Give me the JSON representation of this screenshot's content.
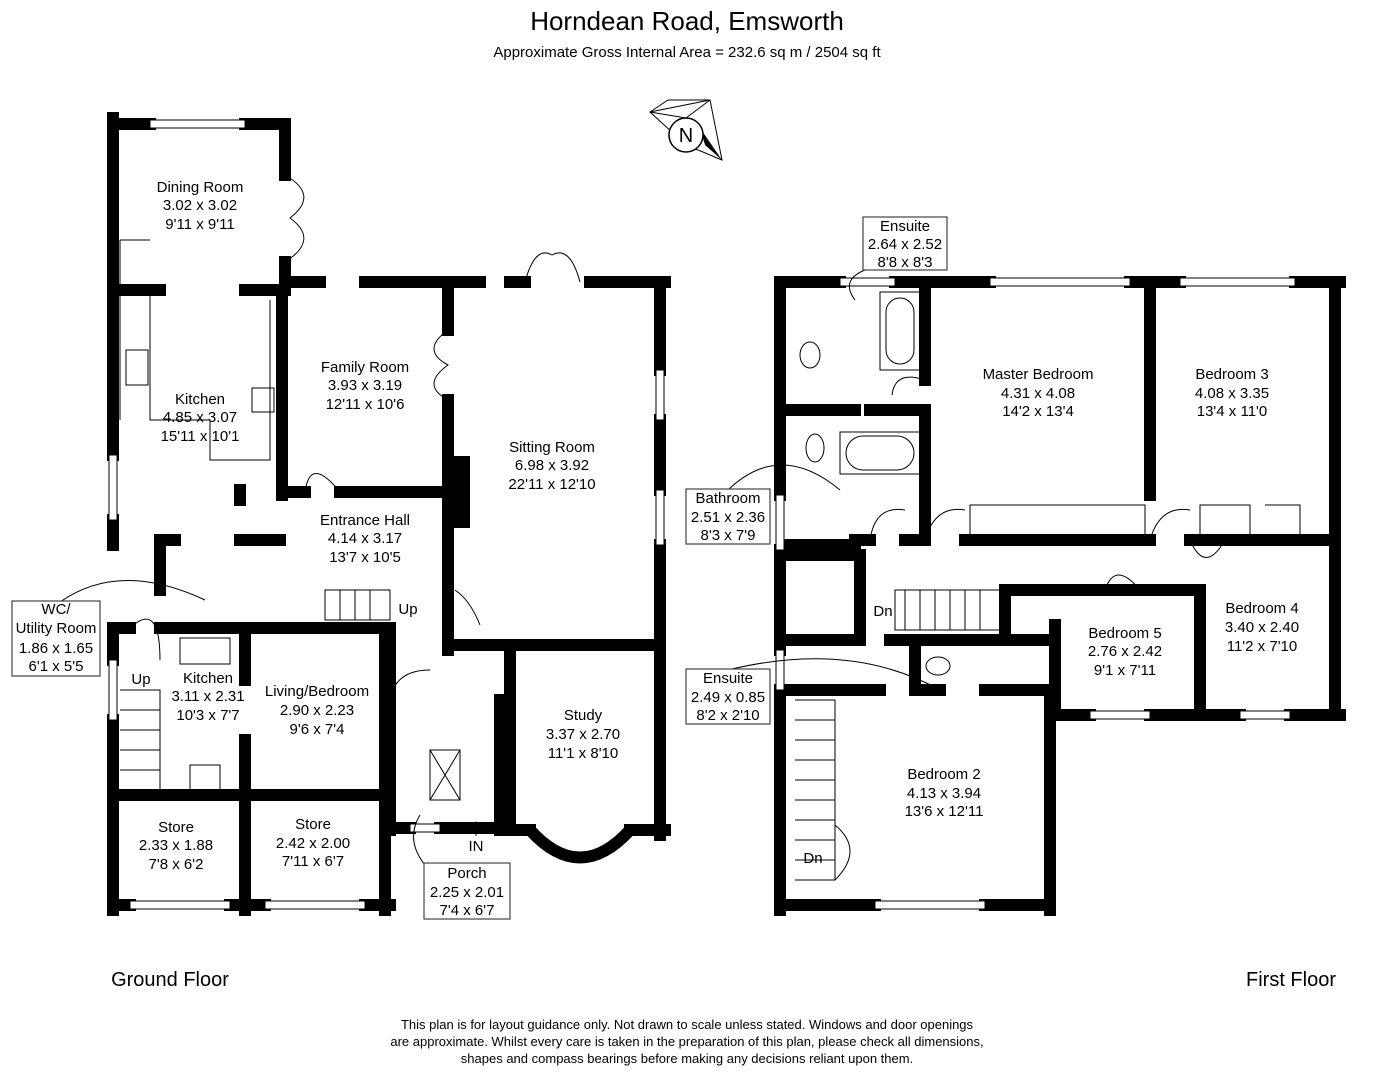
{
  "header": {
    "title": "Horndean Road, Emsworth",
    "subtitle": "Approximate Gross Internal Area = 232.6 sq m / 2504 sq ft"
  },
  "compass": {
    "label": "N",
    "icon": "compass-north-icon"
  },
  "floors": {
    "ground": "Ground Floor",
    "first": "First Floor"
  },
  "markers": {
    "up": "Up",
    "dn": "Dn",
    "in": "IN"
  },
  "rooms": [
    {
      "name": "Dining Room",
      "metric": "3.02 x 3.02",
      "imperial": "9'11 x 9'11"
    },
    {
      "name": "Kitchen",
      "metric": "4.85 x 3.07",
      "imperial": "15'11 x 10'1"
    },
    {
      "name": "Family Room",
      "metric": "3.93 x 3.19",
      "imperial": "12'11 x 10'6"
    },
    {
      "name": "Sitting Room",
      "metric": "6.98 x 3.92",
      "imperial": "22'11 x 12'10"
    },
    {
      "name": "Entrance Hall",
      "metric": "4.14 x 3.17",
      "imperial": "13'7 x 10'5"
    },
    {
      "name": "WC/",
      "name2": "Utility Room",
      "metric": "1.86 x 1.65",
      "imperial": "6'1 x 5'5"
    },
    {
      "name": "Kitchen",
      "metric": "3.11 x 2.31",
      "imperial": "10'3 x 7'7"
    },
    {
      "name": "Living/Bedroom",
      "metric": "2.90 x 2.23",
      "imperial": "9'6 x 7'4"
    },
    {
      "name": "Store",
      "metric": "2.33 x 1.88",
      "imperial": "7'8 x 6'2"
    },
    {
      "name": "Store",
      "metric": "2.42 x 2.00",
      "imperial": "7'11 x 6'7"
    },
    {
      "name": "Study",
      "metric": "3.37 x 2.70",
      "imperial": "11'1 x 8'10"
    },
    {
      "name": "Porch",
      "metric": "2.25 x 2.01",
      "imperial": "7'4 x 6'7"
    },
    {
      "name": "Ensuite",
      "metric": "2.64 x 2.52",
      "imperial": "8'8 x 8'3"
    },
    {
      "name": "Master Bedroom",
      "metric": "4.31 x 4.08",
      "imperial": "14'2 x 13'4"
    },
    {
      "name": "Bedroom 3",
      "metric": "4.08 x 3.35",
      "imperial": "13'4 x 11'0"
    },
    {
      "name": "Bathroom",
      "metric": "2.51 x 2.36",
      "imperial": "8'3 x 7'9"
    },
    {
      "name": "Bedroom 4",
      "metric": "3.40 x 2.40",
      "imperial": "11'2 x 7'10"
    },
    {
      "name": "Bedroom 5",
      "metric": "2.76 x 2.42",
      "imperial": "9'1 x 7'11"
    },
    {
      "name": "Ensuite",
      "metric": "2.49 x 0.85",
      "imperial": "8'2 x 2'10"
    },
    {
      "name": "Bedroom 2",
      "metric": "4.13 x 3.94",
      "imperial": "13'6 x 12'11"
    }
  ],
  "disclaimer": [
    "This plan is for layout guidance only. Not drawn to scale unless stated. Windows and door openings",
    "are approximate. Whilst every care is taken in the preparation of this plan, please check all dimensions,",
    "shapes and compass bearings before making any decisions reliant upon them."
  ]
}
